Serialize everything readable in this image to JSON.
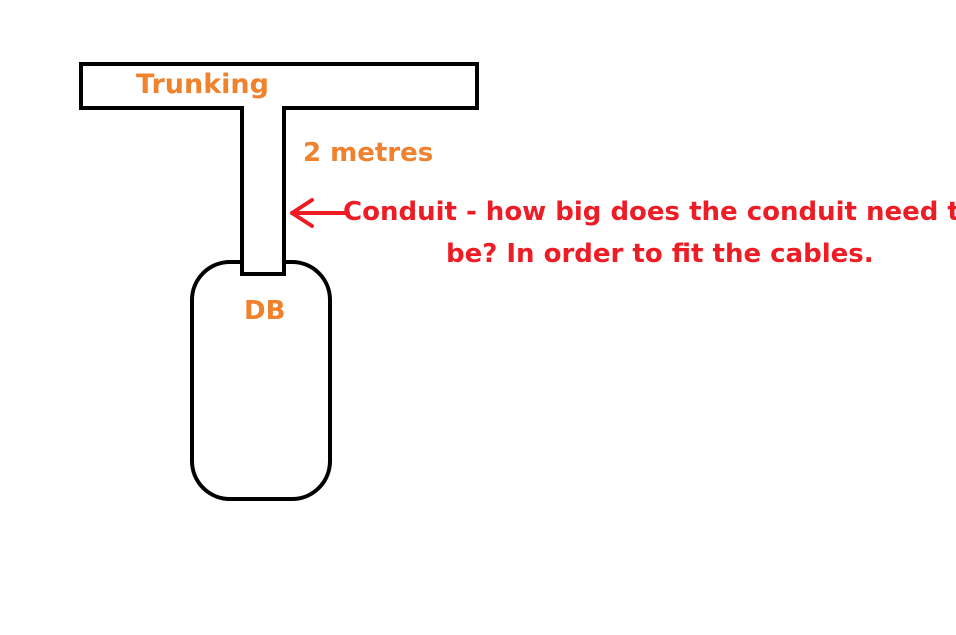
{
  "labels": {
    "trunking": "Trunking",
    "length": "2 metres",
    "db": "DB"
  },
  "annotation": {
    "line1": "Conduit - how big does the conduit need to",
    "line2": "be? In order to fit the cables."
  },
  "colors": {
    "label": "#f0812d",
    "annotation": "#ee1c25",
    "outline": "#000000"
  },
  "icons": {
    "pointer": "left-arrow-icon"
  }
}
